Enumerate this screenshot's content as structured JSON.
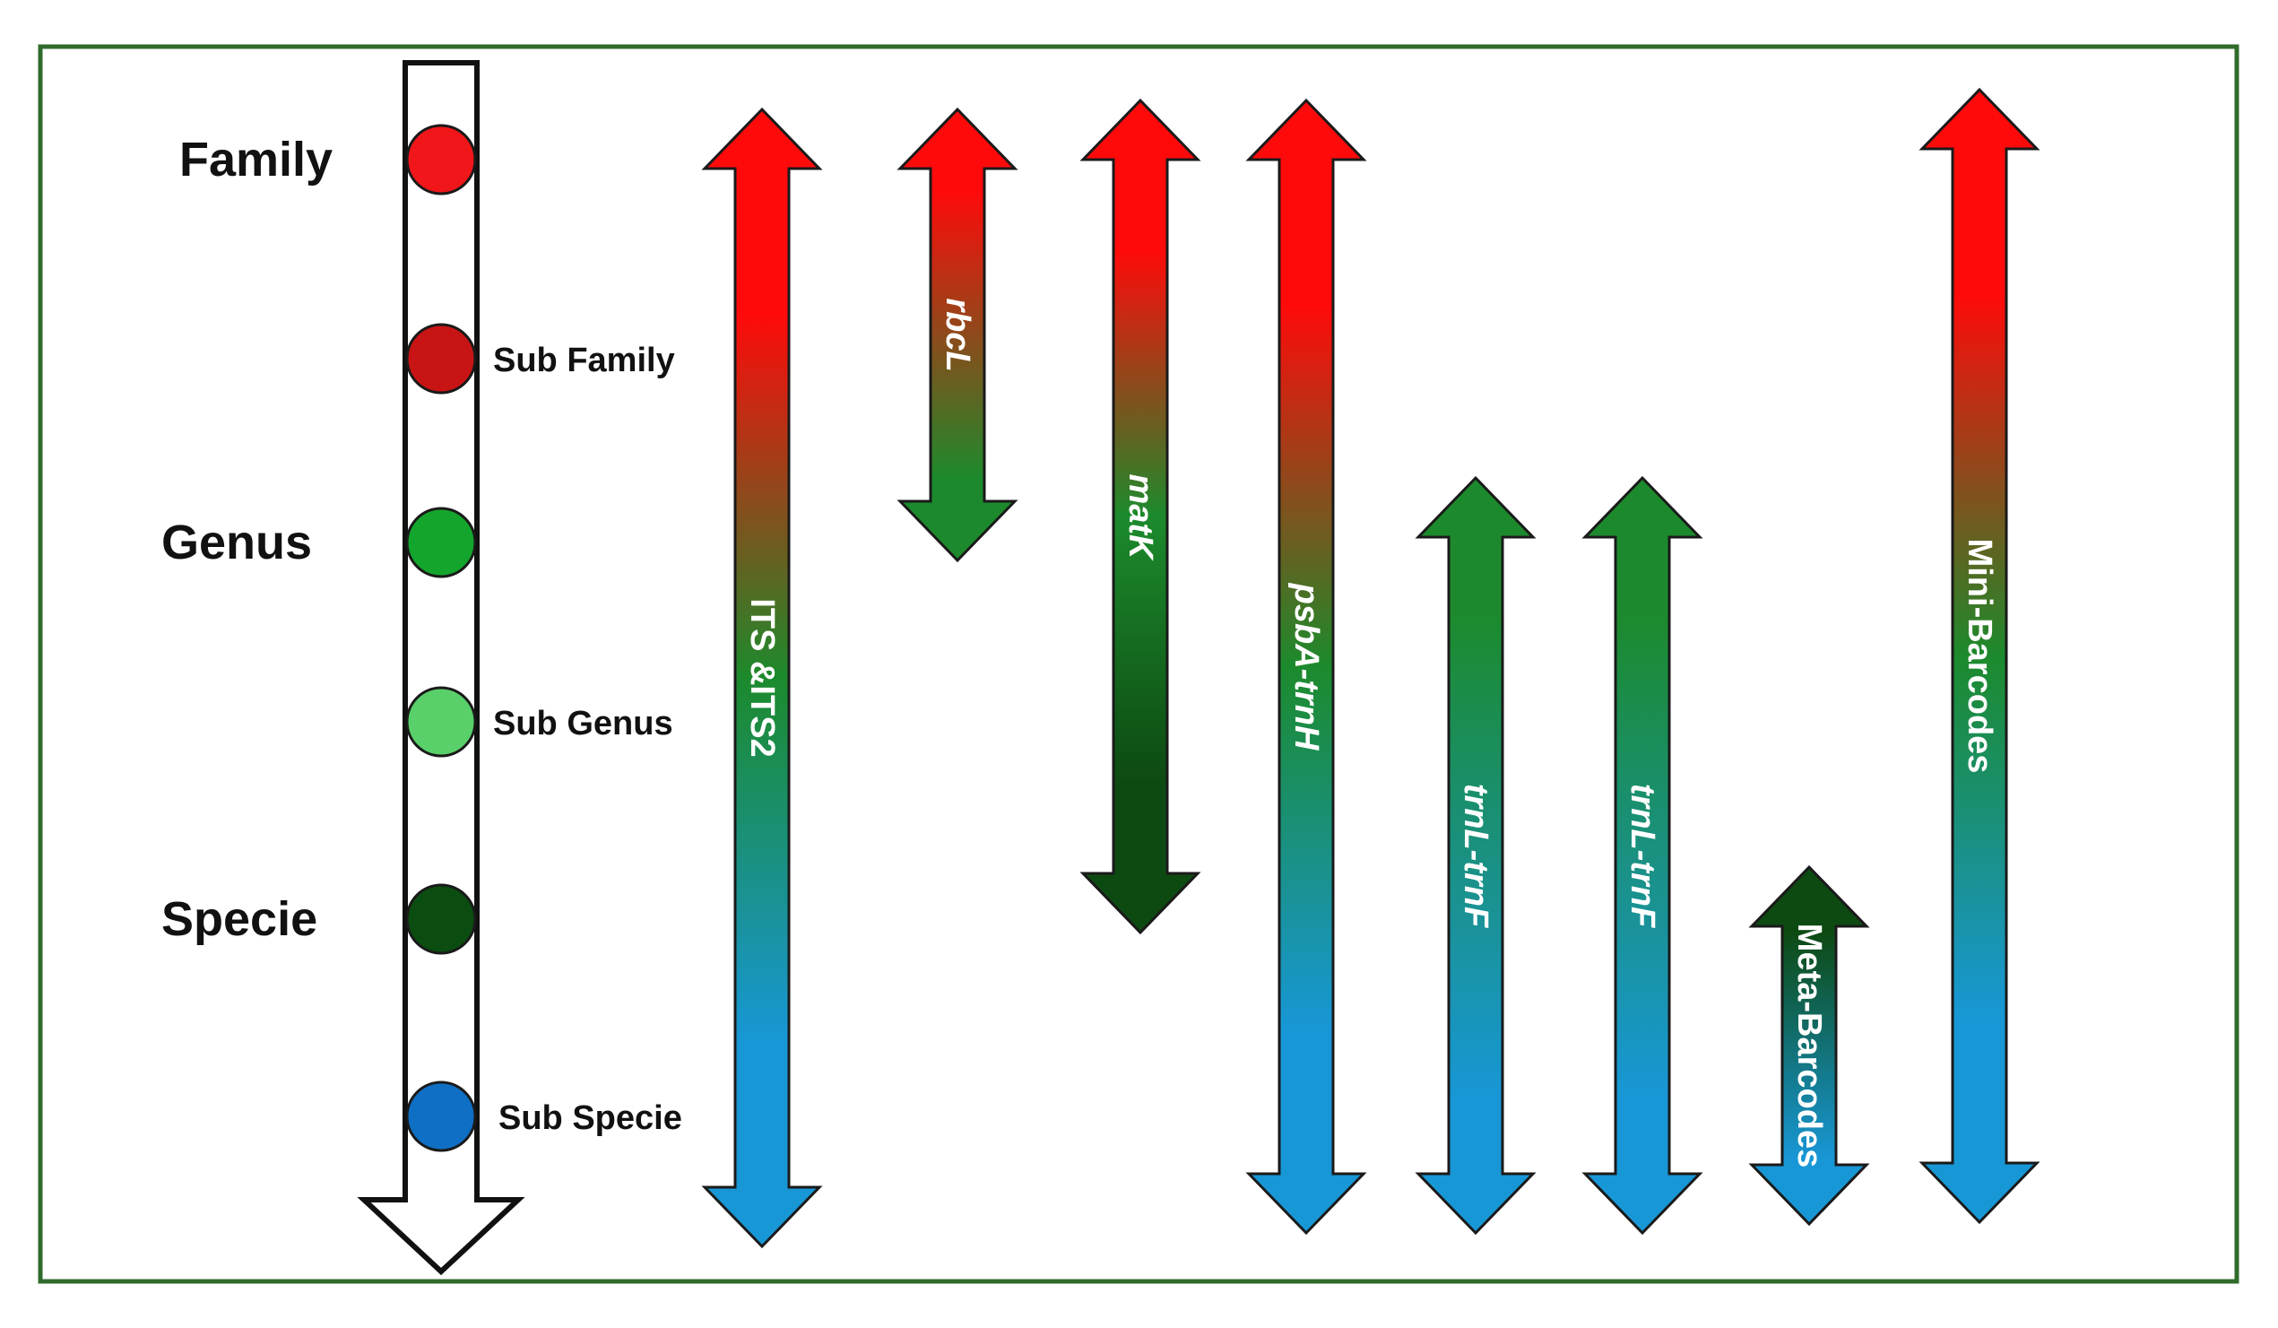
{
  "colors": {
    "frame": "#2f6b2b",
    "red": "#ff0a0a",
    "dark_red": "#c51616",
    "green": "#1c8a2c",
    "dark_green": "#0d4a12",
    "blue": "#1897d6"
  },
  "ranks": [
    {
      "label": "Family",
      "level": "major",
      "dot_color": "#f0161a"
    },
    {
      "label": "Sub Family",
      "level": "minor",
      "dot_color": "#c81414"
    },
    {
      "label": "Genus",
      "level": "major",
      "dot_color": "#14a52c"
    },
    {
      "label": "Sub Genus",
      "level": "minor",
      "dot_color": "#59d06a"
    },
    {
      "label": "Specie",
      "level": "major",
      "dot_color": "#0b4d10"
    },
    {
      "label": "Sub Specie",
      "level": "minor",
      "dot_color": "#0f6fc4"
    }
  ],
  "markers": [
    {
      "label": "ITS &ITS2",
      "italic": false,
      "from": "Family",
      "to": "Sub Specie",
      "colors": [
        "#ff0a0a",
        "#1c8a2c",
        "#1897d6"
      ]
    },
    {
      "label": "rbcL",
      "italic": true,
      "from": "Family",
      "to": "Genus",
      "colors": [
        "#ff0a0a",
        "#1c8a2c"
      ]
    },
    {
      "label": "matK",
      "italic": true,
      "from": "Family",
      "to": "Specie",
      "colors": [
        "#ff0a0a",
        "#1c8a2c",
        "#0d4a12"
      ]
    },
    {
      "label": "psbA-trnH",
      "italic": true,
      "from": "Family",
      "to": "Sub Specie",
      "colors": [
        "#ff0a0a",
        "#1c8a2c",
        "#1897d6"
      ]
    },
    {
      "label": "trnL-trnF",
      "italic": true,
      "from": "Genus",
      "to": "Sub Specie",
      "colors": [
        "#1c8a2c",
        "#1897d6"
      ]
    },
    {
      "label": "trnL-trnF",
      "italic": true,
      "from": "Genus",
      "to": "Sub Specie",
      "colors": [
        "#1c8a2c",
        "#1897d6"
      ]
    },
    {
      "label": "Meta-Barcodes",
      "italic": false,
      "from": "Specie",
      "to": "Sub Specie",
      "colors": [
        "#0d4a12",
        "#1897d6"
      ]
    },
    {
      "label": "Mini-Barcodes",
      "italic": false,
      "from": "Family",
      "to": "Sub Specie",
      "colors": [
        "#ff0a0a",
        "#1c8a2c",
        "#1897d6"
      ]
    }
  ]
}
